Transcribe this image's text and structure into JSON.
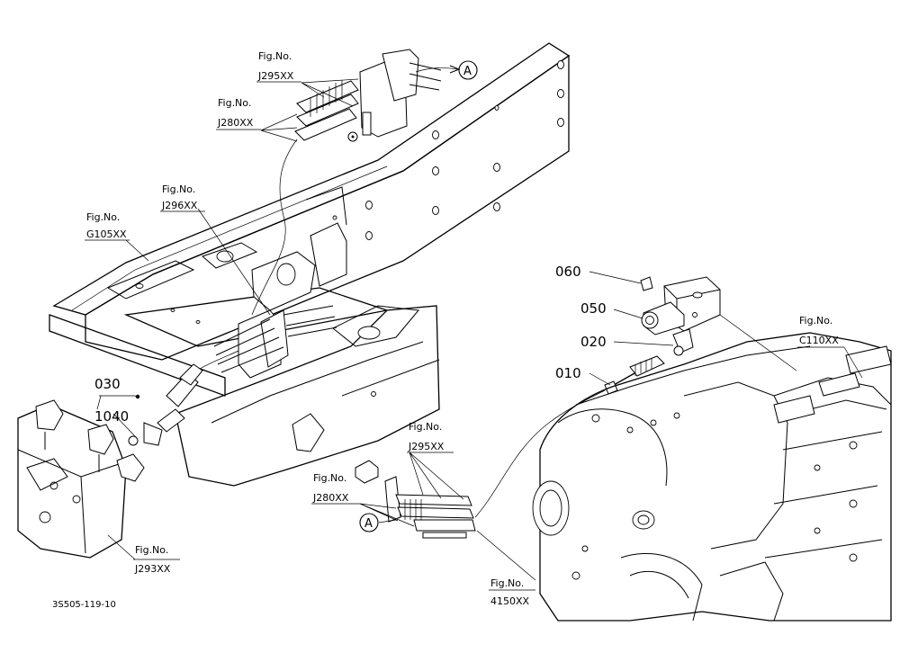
{
  "labels": {
    "fig_no": "Fig.No.",
    "j295_top": "J295XX",
    "j280_top": "J280XX",
    "j296": "J296XX",
    "g105": "G105XX",
    "c110": "C110XX",
    "j295_bottom": "J295XX",
    "j280_bottom": "J280XX",
    "j293": "J293XX",
    "f4150": "4150XX",
    "ref_a": "A",
    "part_060": "060",
    "part_050": "050",
    "part_020": "020",
    "part_010": "010",
    "part_030": "030",
    "part_040": "1040",
    "drawing_code": "3S505-119-10"
  },
  "colors": {
    "ink": "#000000",
    "paper": "#ffffff"
  }
}
